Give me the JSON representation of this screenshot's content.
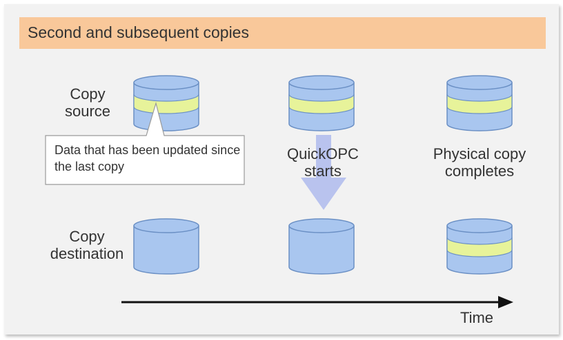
{
  "title": "Second and subsequent copies",
  "labels": {
    "copy_source": "Copy\nsource",
    "copy_destination": "Copy\ndestination",
    "callout": "Data that has been updated since the last copy",
    "quickopc": "QuickOPC\nstarts",
    "physical_copy": "Physical copy\ncompletes",
    "time": "Time"
  },
  "colors": {
    "background": "#f2f2f2",
    "title_bar": "#f9c89a",
    "disk_fill": "#a9c6ef",
    "disk_outline": "#6a8fc4",
    "updated_band": "#e7f39a",
    "arrow": "#b9c3ee",
    "text": "#333333"
  },
  "icons": {
    "disk": "cylinder-disk-icon",
    "copy_arrow": "down-arrow-icon",
    "timeline": "right-arrow-icon"
  }
}
